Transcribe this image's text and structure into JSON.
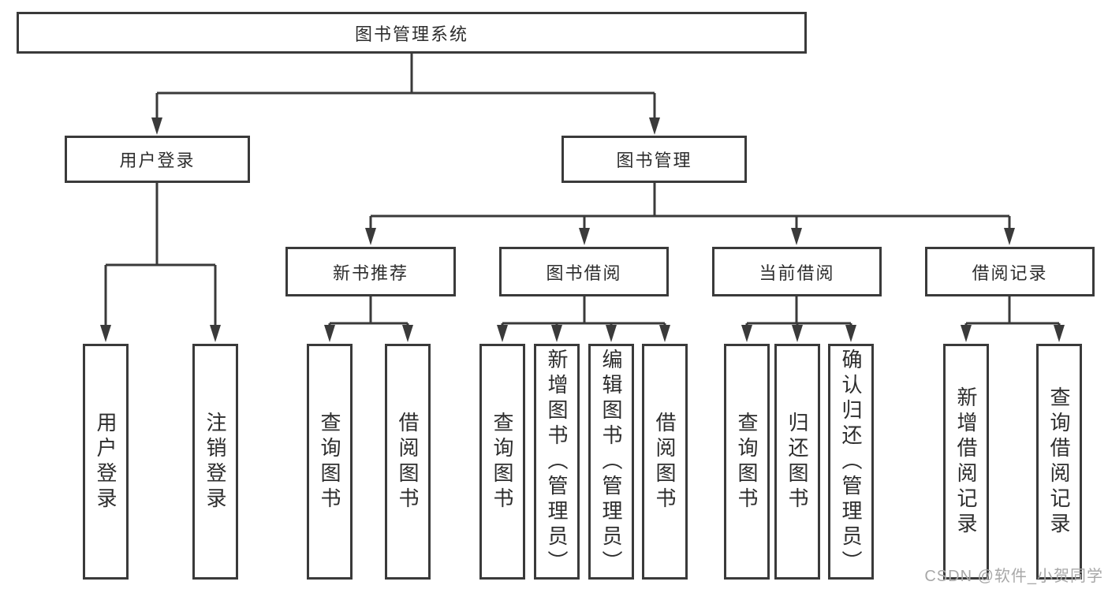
{
  "colors": {
    "line": "#3a3a3a",
    "box_border": "#3a3a3a",
    "text": "#2d2d2d",
    "watermark": "#a8a8a8",
    "background": "#ffffff"
  },
  "diagram": {
    "root": {
      "label": "图书管理系统"
    },
    "user_branch": {
      "label": "用户登录",
      "children": [
        {
          "label": "用户登录"
        },
        {
          "label": "注销登录"
        }
      ]
    },
    "mgmt_branch": {
      "label": "图书管理",
      "sections": [
        {
          "label": "新书推荐",
          "children": [
            {
              "label": "查询图书"
            },
            {
              "label": "借阅图书"
            }
          ]
        },
        {
          "label": "图书借阅",
          "children": [
            {
              "label": "查询图书"
            },
            {
              "label": "新增图书（管理员）"
            },
            {
              "label": "编辑图书（管理员）"
            },
            {
              "label": "借阅图书"
            }
          ]
        },
        {
          "label": "当前借阅",
          "children": [
            {
              "label": "查询图书"
            },
            {
              "label": "归还图书"
            },
            {
              "label": "确认归还（管理员）"
            }
          ]
        },
        {
          "label": "借阅记录",
          "children": [
            {
              "label": "新增借阅记录"
            },
            {
              "label": "查询借阅记录"
            }
          ]
        }
      ]
    }
  },
  "watermark": {
    "text": "CSDN @软件_小贺同学"
  }
}
